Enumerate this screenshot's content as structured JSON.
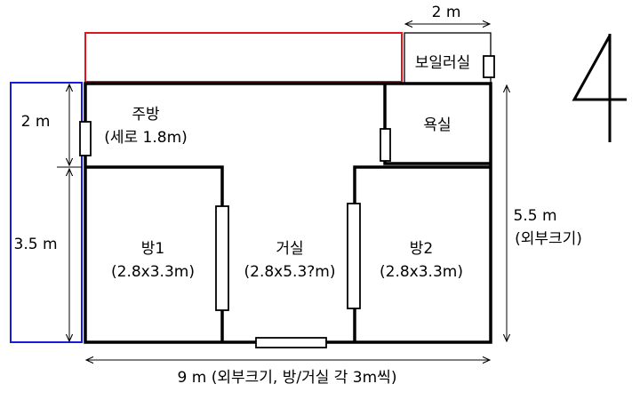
{
  "colors": {
    "red_outline": "#e0141c",
    "blue_outline": "#1a1adc",
    "wall": "#000000"
  },
  "rooms": {
    "boiler": "보일러실",
    "kitchen_name": "주방",
    "kitchen_size": "(세로 1.8m)",
    "bathroom": "욕실",
    "room1_name": "방1",
    "room1_size": "(2.8x3.3m)",
    "living_name": "거실",
    "living_size": "(2.8x5.3?m)",
    "room2_name": "방2",
    "room2_size": "(2.8x3.3m)"
  },
  "dimensions": {
    "top_width": "2 m",
    "left_upper": "2 m",
    "left_lower": "3.5 m",
    "right_height": "5.5 m",
    "right_note": "(외부크기)",
    "bottom_width": "9 m (외부크기, 방/거실 각 3m씩)"
  },
  "north_mark": "4"
}
